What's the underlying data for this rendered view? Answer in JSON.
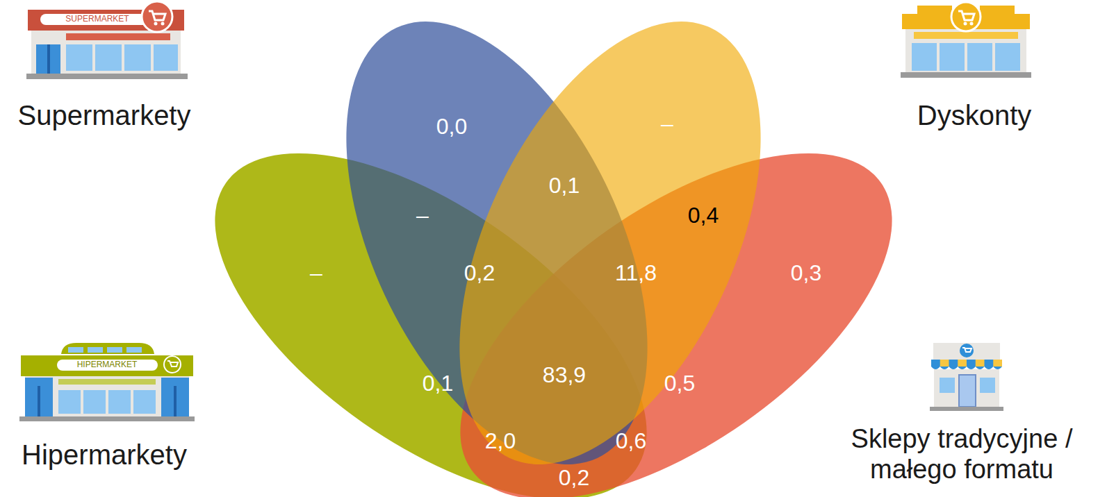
{
  "diagram": {
    "labels": [
      "SUPERMARKET",
      "Supermarkety",
      "Dyskonty",
      "0,0",
      "–",
      "0,1",
      "–",
      "0,4",
      "–",
      "0,2",
      "11,8",
      "0,3",
      "HIPERMARKET",
      "Hipermarkety",
      "0,1",
      "83,9",
      "0,5",
      "Sklepy tradycyjne / małego formatu",
      "2,0",
      "0,6",
      "0,2"
    ]
  }
}
